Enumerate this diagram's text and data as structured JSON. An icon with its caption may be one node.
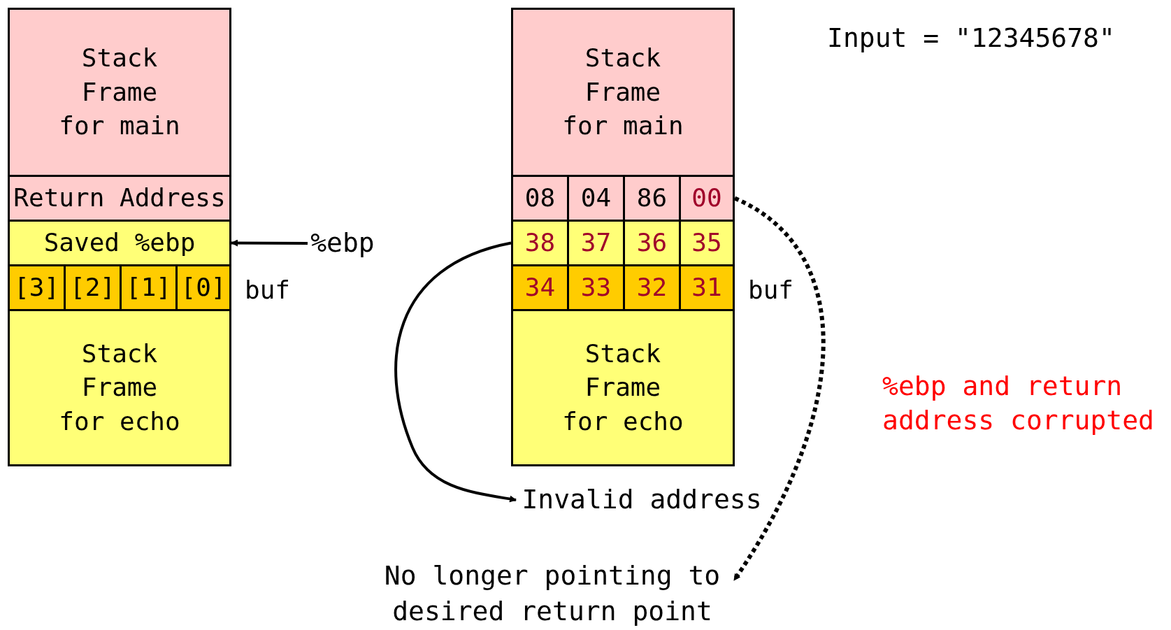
{
  "diagram": {
    "nodes": [
      {
        "text": [
          "Stack Frame for main"
        ]
      },
      {
        "text": [
          "Return Address"
        ]
      },
      {
        "text": [
          "Saved %ebp"
        ]
      },
      {
        "text": [
          "[3]"
        ]
      },
      {
        "text": [
          "[2]"
        ]
      },
      {
        "text": [
          "[1]"
        ]
      },
      {
        "text": [
          "[0]"
        ]
      },
      {
        "text": [
          "Stack Frame for echo"
        ]
      },
      {
        "text": [
          "%ebp"
        ]
      },
      {
        "text": [
          "Stack Frame for main"
        ]
      },
      {
        "text": [
          "08"
        ]
      },
      {
        "text": [
          "04"
        ]
      },
      {
        "text": [
          "86"
        ]
      },
      {
        "text": [
          "00"
        ]
      },
      {
        "text": [
          "38"
        ]
      },
      {
        "text": [
          "37"
        ]
      },
      {
        "text": [
          "36"
        ]
      },
      {
        "text": [
          "35"
        ]
      },
      {
        "text": [
          "34"
        ]
      },
      {
        "text": [
          "33"
        ]
      },
      {
        "text": [
          "32"
        ]
      },
      {
        "text": [
          "31"
        ]
      },
      {
        "text": [
          "Stack Frame for echo"
        ]
      },
      {
        "text": [
          "Invalid address"
        ]
      },
      {
        "text": [
          "No longer pointing to desired return point"
        ]
      }
    ],
    "edges": [
      {
        "from": 8,
        "to": 2,
        "arrow": "to"
      },
      {
        "from": 14,
        "to": 23,
        "arrow": "to"
      },
      {
        "from": 13,
        "to": 24,
        "arrow": "to",
        "style": "dashed"
      }
    ],
    "labels": [
      "Input = \"12345678\"",
      "buf",
      "buf",
      "%ebp and return address corrupted"
    ]
  }
}
